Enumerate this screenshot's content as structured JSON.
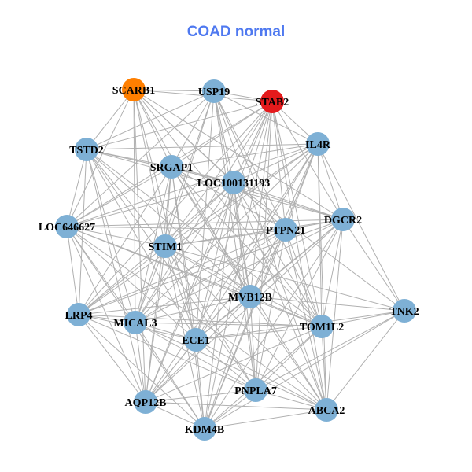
{
  "title": "COAD normal",
  "colors": {
    "default": "#7eb0d5",
    "highlight_orange": "#ff7f00",
    "highlight_red": "#e41a1c",
    "edge": "#b0b0b0",
    "title": "#4f79f0"
  },
  "nodes": [
    {
      "id": "SCARB1",
      "color": "#ff7f00"
    },
    {
      "id": "USP19",
      "color": "#7eb0d5"
    },
    {
      "id": "STAB2",
      "color": "#e41a1c"
    },
    {
      "id": "TSTD2",
      "color": "#7eb0d5"
    },
    {
      "id": "IL4R",
      "color": "#7eb0d5"
    },
    {
      "id": "SRGAP1",
      "color": "#7eb0d5"
    },
    {
      "id": "LOC100131193",
      "color": "#7eb0d5"
    },
    {
      "id": "LOC646627",
      "color": "#7eb0d5"
    },
    {
      "id": "DGCR2",
      "color": "#7eb0d5"
    },
    {
      "id": "PTPN21",
      "color": "#7eb0d5"
    },
    {
      "id": "STIM1",
      "color": "#7eb0d5"
    },
    {
      "id": "MVB12B",
      "color": "#7eb0d5"
    },
    {
      "id": "LRP4",
      "color": "#7eb0d5"
    },
    {
      "id": "MICAL3",
      "color": "#7eb0d5"
    },
    {
      "id": "ECE1",
      "color": "#7eb0d5"
    },
    {
      "id": "TOM1L2",
      "color": "#7eb0d5"
    },
    {
      "id": "TNK2",
      "color": "#7eb0d5"
    },
    {
      "id": "PNPLA7",
      "color": "#7eb0d5"
    },
    {
      "id": "AQP12B",
      "color": "#7eb0d5"
    },
    {
      "id": "ABCA2",
      "color": "#7eb0d5"
    },
    {
      "id": "KDM4B",
      "color": "#7eb0d5"
    }
  ],
  "edges": [
    [
      "SCARB1",
      "USP19"
    ],
    [
      "SCARB1",
      "STAB2"
    ],
    [
      "SCARB1",
      "TSTD2"
    ],
    [
      "SCARB1",
      "SRGAP1"
    ],
    [
      "SCARB1",
      "LOC100131193"
    ],
    [
      "SCARB1",
      "PTPN21"
    ],
    [
      "SCARB1",
      "STIM1"
    ],
    [
      "SCARB1",
      "MVB12B"
    ],
    [
      "SCARB1",
      "MICAL3"
    ],
    [
      "SCARB1",
      "ECE1"
    ],
    [
      "SCARB1",
      "TOM1L2"
    ],
    [
      "SCARB1",
      "AQP12B"
    ],
    [
      "SCARB1",
      "DGCR2"
    ],
    [
      "SCARB1",
      "LOC646627"
    ],
    [
      "USP19",
      "STAB2"
    ],
    [
      "USP19",
      "TSTD2"
    ],
    [
      "USP19",
      "SRGAP1"
    ],
    [
      "USP19",
      "LOC100131193"
    ],
    [
      "USP19",
      "PTPN21"
    ],
    [
      "USP19",
      "STIM1"
    ],
    [
      "USP19",
      "MVB12B"
    ],
    [
      "USP19",
      "ECE1"
    ],
    [
      "USP19",
      "TOM1L2"
    ],
    [
      "USP19",
      "IL4R"
    ],
    [
      "USP19",
      "LOC646627"
    ],
    [
      "USP19",
      "MICAL3"
    ],
    [
      "USP19",
      "ABCA2"
    ],
    [
      "USP19",
      "PNPLA7"
    ],
    [
      "STAB2",
      "IL4R"
    ],
    [
      "STAB2",
      "SRGAP1"
    ],
    [
      "STAB2",
      "LOC100131193"
    ],
    [
      "STAB2",
      "DGCR2"
    ],
    [
      "STAB2",
      "PTPN21"
    ],
    [
      "STAB2",
      "STIM1"
    ],
    [
      "STAB2",
      "MVB12B"
    ],
    [
      "STAB2",
      "LRP4"
    ],
    [
      "STAB2",
      "MICAL3"
    ],
    [
      "STAB2",
      "ECE1"
    ],
    [
      "STAB2",
      "TOM1L2"
    ],
    [
      "STAB2",
      "TSTD2"
    ],
    [
      "STAB2",
      "LOC646627"
    ],
    [
      "STAB2",
      "PNPLA7"
    ],
    [
      "STAB2",
      "AQP12B"
    ],
    [
      "STAB2",
      "KDM4B"
    ],
    [
      "STAB2",
      "ABCA2"
    ],
    [
      "TSTD2",
      "IL4R"
    ],
    [
      "TSTD2",
      "SRGAP1"
    ],
    [
      "TSTD2",
      "LOC100131193"
    ],
    [
      "TSTD2",
      "DGCR2"
    ],
    [
      "TSTD2",
      "LOC646627"
    ],
    [
      "TSTD2",
      "STIM1"
    ],
    [
      "TSTD2",
      "MVB12B"
    ],
    [
      "TSTD2",
      "LRP4"
    ],
    [
      "TSTD2",
      "MICAL3"
    ],
    [
      "TSTD2",
      "ECE1"
    ],
    [
      "TSTD2",
      "TOM1L2"
    ],
    [
      "TSTD2",
      "AQP12B"
    ],
    [
      "TSTD2",
      "PNPLA7"
    ],
    [
      "IL4R",
      "SRGAP1"
    ],
    [
      "IL4R",
      "LOC100131193"
    ],
    [
      "IL4R",
      "DGCR2"
    ],
    [
      "IL4R",
      "PTPN21"
    ],
    [
      "IL4R",
      "STIM1"
    ],
    [
      "IL4R",
      "MVB12B"
    ],
    [
      "IL4R",
      "LRP4"
    ],
    [
      "IL4R",
      "MICAL3"
    ],
    [
      "IL4R",
      "ECE1"
    ],
    [
      "IL4R",
      "TOM1L2"
    ],
    [
      "IL4R",
      "TNK2"
    ],
    [
      "IL4R",
      "LOC646627"
    ],
    [
      "IL4R",
      "AQP12B"
    ],
    [
      "IL4R",
      "KDM4B"
    ],
    [
      "IL4R",
      "ABCA2"
    ],
    [
      "SRGAP1",
      "LOC100131193"
    ],
    [
      "SRGAP1",
      "DGCR2"
    ],
    [
      "SRGAP1",
      "PTPN21"
    ],
    [
      "SRGAP1",
      "STIM1"
    ],
    [
      "SRGAP1",
      "MVB12B"
    ],
    [
      "SRGAP1",
      "MICAL3"
    ],
    [
      "SRGAP1",
      "ECE1"
    ],
    [
      "SRGAP1",
      "TOM1L2"
    ],
    [
      "SRGAP1",
      "AQP12B"
    ],
    [
      "SRGAP1",
      "KDM4B"
    ],
    [
      "SRGAP1",
      "LOC646627"
    ],
    [
      "SRGAP1",
      "LRP4"
    ],
    [
      "SRGAP1",
      "ABCA2"
    ],
    [
      "LOC100131193",
      "DGCR2"
    ],
    [
      "LOC100131193",
      "PTPN21"
    ],
    [
      "LOC100131193",
      "STIM1"
    ],
    [
      "LOC100131193",
      "MVB12B"
    ],
    [
      "LOC100131193",
      "LRP4"
    ],
    [
      "LOC100131193",
      "MICAL3"
    ],
    [
      "LOC100131193",
      "ECE1"
    ],
    [
      "LOC100131193",
      "TOM1L2"
    ],
    [
      "LOC100131193",
      "TNK2"
    ],
    [
      "LOC100131193",
      "PNPLA7"
    ],
    [
      "LOC100131193",
      "AQP12B"
    ],
    [
      "LOC100131193",
      "KDM4B"
    ],
    [
      "LOC100131193",
      "LOC646627"
    ],
    [
      "LOC100131193",
      "ABCA2"
    ],
    [
      "LOC646627",
      "DGCR2"
    ],
    [
      "LOC646627",
      "PTPN21"
    ],
    [
      "LOC646627",
      "STIM1"
    ],
    [
      "LOC646627",
      "MVB12B"
    ],
    [
      "LOC646627",
      "LRP4"
    ],
    [
      "LOC646627",
      "MICAL3"
    ],
    [
      "LOC646627",
      "ECE1"
    ],
    [
      "LOC646627",
      "TOM1L2"
    ],
    [
      "LOC646627",
      "AQP12B"
    ],
    [
      "LOC646627",
      "KDM4B"
    ],
    [
      "LOC646627",
      "ABCA2"
    ],
    [
      "DGCR2",
      "PTPN21"
    ],
    [
      "DGCR2",
      "STIM1"
    ],
    [
      "DGCR2",
      "MVB12B"
    ],
    [
      "DGCR2",
      "LRP4"
    ],
    [
      "DGCR2",
      "MICAL3"
    ],
    [
      "DGCR2",
      "ECE1"
    ],
    [
      "DGCR2",
      "TOM1L2"
    ],
    [
      "DGCR2",
      "TNK2"
    ],
    [
      "DGCR2",
      "PNPLA7"
    ],
    [
      "DGCR2",
      "AQP12B"
    ],
    [
      "DGCR2",
      "KDM4B"
    ],
    [
      "DGCR2",
      "ABCA2"
    ],
    [
      "PTPN21",
      "STIM1"
    ],
    [
      "PTPN21",
      "MVB12B"
    ],
    [
      "PTPN21",
      "LRP4"
    ],
    [
      "PTPN21",
      "MICAL3"
    ],
    [
      "PTPN21",
      "ECE1"
    ],
    [
      "PTPN21",
      "TOM1L2"
    ],
    [
      "PTPN21",
      "PNPLA7"
    ],
    [
      "PTPN21",
      "AQP12B"
    ],
    [
      "PTPN21",
      "KDM4B"
    ],
    [
      "PTPN21",
      "ABCA2"
    ],
    [
      "STIM1",
      "MVB12B"
    ],
    [
      "STIM1",
      "LRP4"
    ],
    [
      "STIM1",
      "MICAL3"
    ],
    [
      "STIM1",
      "ECE1"
    ],
    [
      "STIM1",
      "TOM1L2"
    ],
    [
      "STIM1",
      "TNK2"
    ],
    [
      "STIM1",
      "PNPLA7"
    ],
    [
      "STIM1",
      "AQP12B"
    ],
    [
      "STIM1",
      "KDM4B"
    ],
    [
      "STIM1",
      "ABCA2"
    ],
    [
      "MVB12B",
      "LRP4"
    ],
    [
      "MVB12B",
      "MICAL3"
    ],
    [
      "MVB12B",
      "ECE1"
    ],
    [
      "MVB12B",
      "TOM1L2"
    ],
    [
      "MVB12B",
      "TNK2"
    ],
    [
      "MVB12B",
      "PNPLA7"
    ],
    [
      "MVB12B",
      "AQP12B"
    ],
    [
      "MVB12B",
      "KDM4B"
    ],
    [
      "MVB12B",
      "ABCA2"
    ],
    [
      "LRP4",
      "MICAL3"
    ],
    [
      "LRP4",
      "ECE1"
    ],
    [
      "LRP4",
      "TOM1L2"
    ],
    [
      "LRP4",
      "AQP12B"
    ],
    [
      "LRP4",
      "KDM4B"
    ],
    [
      "LRP4",
      "PNPLA7"
    ],
    [
      "MICAL3",
      "ECE1"
    ],
    [
      "MICAL3",
      "TOM1L2"
    ],
    [
      "MICAL3",
      "PNPLA7"
    ],
    [
      "MICAL3",
      "AQP12B"
    ],
    [
      "MICAL3",
      "KDM4B"
    ],
    [
      "MICAL3",
      "ABCA2"
    ],
    [
      "ECE1",
      "TOM1L2"
    ],
    [
      "ECE1",
      "TNK2"
    ],
    [
      "ECE1",
      "PNPLA7"
    ],
    [
      "ECE1",
      "AQP12B"
    ],
    [
      "ECE1",
      "KDM4B"
    ],
    [
      "ECE1",
      "ABCA2"
    ],
    [
      "TOM1L2",
      "TNK2"
    ],
    [
      "TOM1L2",
      "PNPLA7"
    ],
    [
      "TOM1L2",
      "AQP12B"
    ],
    [
      "TOM1L2",
      "KDM4B"
    ],
    [
      "TOM1L2",
      "ABCA2"
    ],
    [
      "TNK2",
      "ABCA2"
    ],
    [
      "TNK2",
      "KDM4B"
    ],
    [
      "TNK2",
      "PNPLA7"
    ],
    [
      "PNPLA7",
      "AQP12B"
    ],
    [
      "PNPLA7",
      "KDM4B"
    ],
    [
      "PNPLA7",
      "ABCA2"
    ],
    [
      "AQP12B",
      "KDM4B"
    ],
    [
      "AQP12B",
      "ABCA2"
    ],
    [
      "KDM4B",
      "ABCA2"
    ]
  ]
}
